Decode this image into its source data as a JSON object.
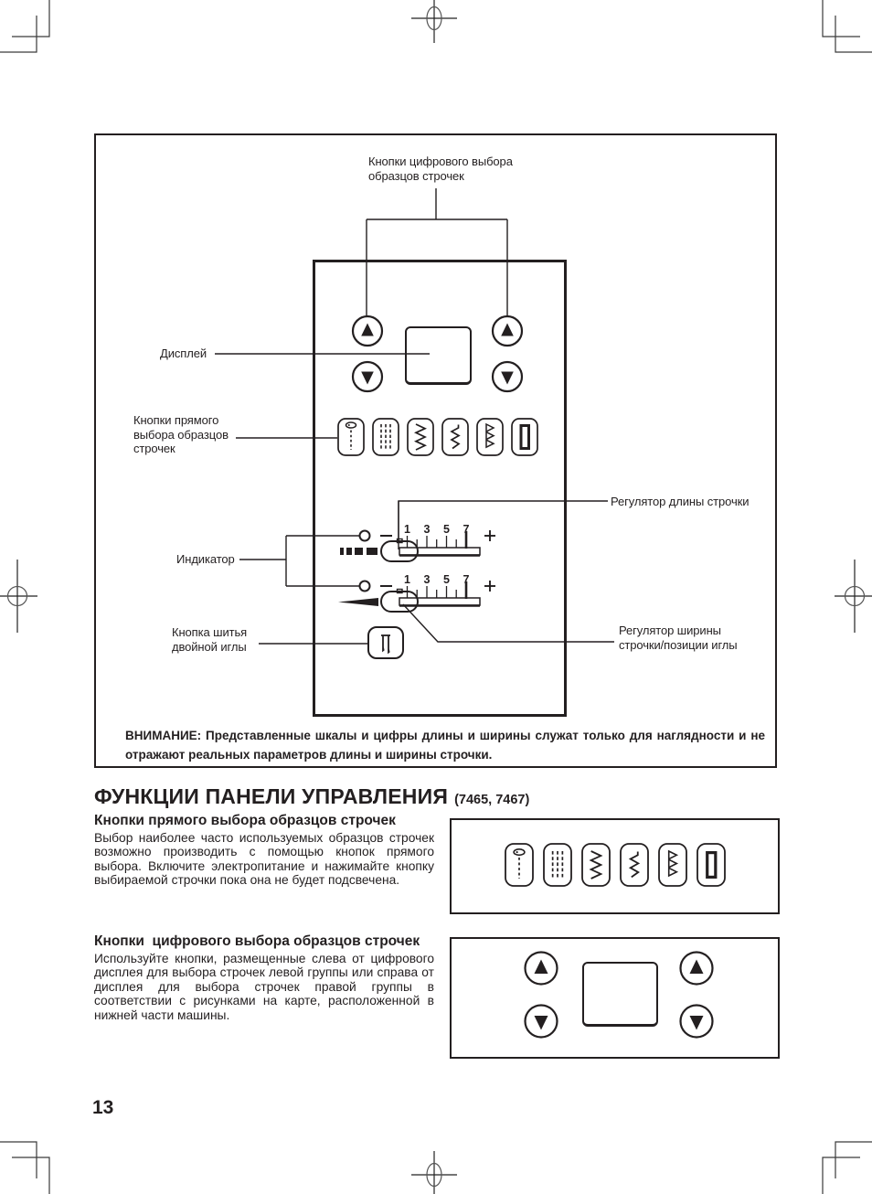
{
  "page": {
    "number": "13"
  },
  "diagram": {
    "labels": {
      "digital_buttons": "Кнопки цифрового выбора\nобразцов строчек",
      "display": "Дисплей",
      "direct_buttons": "Кнопки прямого\nвыбора образцов\nстрочек",
      "indicator": "Индикатор",
      "twin_needle_button": "Кнопка шитья\nдвойной иглы",
      "length_regulator": "Регулятор длины строчки",
      "width_regulator": "Регулятор ширины\nстрочки/позиции иглы"
    },
    "scale": {
      "n1": "1",
      "n2": "3",
      "n3": "5",
      "n4": "7"
    },
    "warning": "ВНИМАНИЕ: Представленные шкалы и цифры длины и ширины служат только для наглядности и не отражают реальных  параметров длины и ширины строчки."
  },
  "icons": {
    "minus": "−",
    "plus": "+",
    "indicator_lamp": "○",
    "pattern_up": "▲",
    "pattern_down": "▼",
    "twin_needle": "twin-needle-icon",
    "stitch_buttons": [
      "straight-stitch-icon",
      "triple-straight-stitch-icon",
      "zigzag-stitch-icon",
      "narrow-zigzag-stitch-icon",
      "multi-step-zigzag-stitch-icon",
      "buttonhole-icon"
    ]
  },
  "sections": {
    "title": "ФУНКЦИИ ПАНЕЛИ УПРАВЛЕНИЯ",
    "title_models": "(7465, 7467)",
    "direct": {
      "heading": "Кнопки прямого выбора образцов строчек",
      "body": "Выбор наиболее часто используемых образцов строчек возможно производить с помощью кнопок прямого выбора. Включите электропитание и нажимайте кнопку выбираемой строчки пока она не будет подсвечена."
    },
    "digital": {
      "heading": "Кнопки  цифрового выбора образцов строчек",
      "body": "Используйте кнопки, размещенные слева от цифрового дисплея для выбора строчек левой группы или справа от дисплея для выбора строчек правой группы в соответствии с рисунками на карте, расположенной в нижней части машины."
    }
  }
}
